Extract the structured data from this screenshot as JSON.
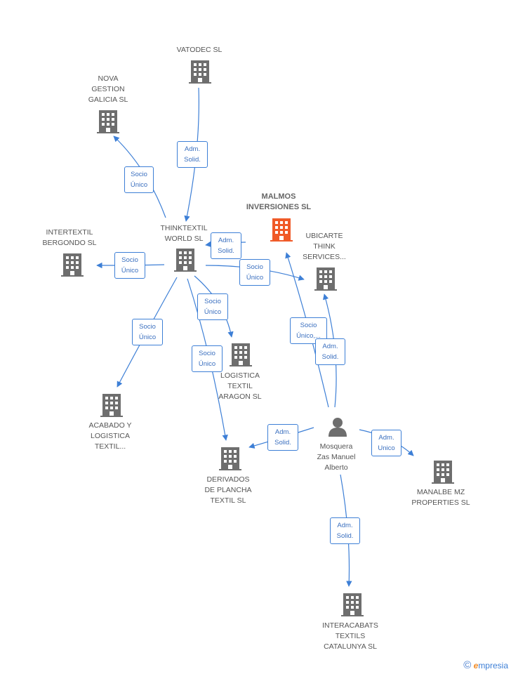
{
  "colors": {
    "edge": "#3d7fd6",
    "node": "#6e6e6e",
    "focus_node": "#f05a28"
  },
  "nodes": {
    "vatodec": {
      "label": "VATODEC SL",
      "icon": "building-icon"
    },
    "nova_gestion": {
      "label": "NOVA\nGESTION\nGALICIA  SL",
      "icon": "building-icon"
    },
    "malmos": {
      "label": "MALMOS\nINVERSIONES SL",
      "icon": "building-icon"
    },
    "thinktextil": {
      "label": "THINKTEXTIL\nWORLD SL",
      "icon": "building-icon"
    },
    "intertextil": {
      "label": "INTERTEXTIL\nBERGONDO  SL",
      "icon": "building-icon"
    },
    "ubicarte": {
      "label": "UBICARTE\nTHINK\nSERVICES...",
      "icon": "building-icon"
    },
    "logistica_aragon": {
      "label": "LOGISTICA\nTEXTIL\nARAGON  SL",
      "icon": "building-icon"
    },
    "acabado": {
      "label": "ACABADO Y\nLOGISTICA\nTEXTIL...",
      "icon": "building-icon"
    },
    "mosquera": {
      "label": "Mosquera\nZas Manuel\nAlberto",
      "icon": "person-icon"
    },
    "derivados": {
      "label": "DERIVADOS\nDE PLANCHA\nTEXTIL SL",
      "icon": "building-icon"
    },
    "manalbe": {
      "label": "MANALBE MZ\nPROPERTIES SL",
      "icon": "building-icon"
    },
    "interacabats": {
      "label": "INTERACABATS\nTEXTILS\nCATALUNYA  SL",
      "icon": "building-icon"
    }
  },
  "edges": {
    "vatodec_thinktextil": "Adm.\nSolid.",
    "thinktextil_nova": "Socio\nÚnico",
    "malmos_thinktextil": "Adm.\nSolid.",
    "thinktextil_intertextil": "Socio\nÚnico",
    "thinktextil_ubicarte": "Socio\nÚnico",
    "thinktextil_logistica": "Socio\nÚnico",
    "thinktextil_acabado": "Socio\nÚnico",
    "thinktextil_derivados": "Socio\nÚnico",
    "mosquera_malmos": "Socio\nÚnico,...",
    "mosquera_ubicarte": "Adm.\nSolid.",
    "mosquera_derivados": "Adm.\nSolid.",
    "mosquera_manalbe": "Adm.\nUnico",
    "mosquera_interacabats": "Adm.\nSolid."
  },
  "footer": {
    "copyright_symbol": "©",
    "brand_initial": "e",
    "brand_rest": "mpresia"
  }
}
